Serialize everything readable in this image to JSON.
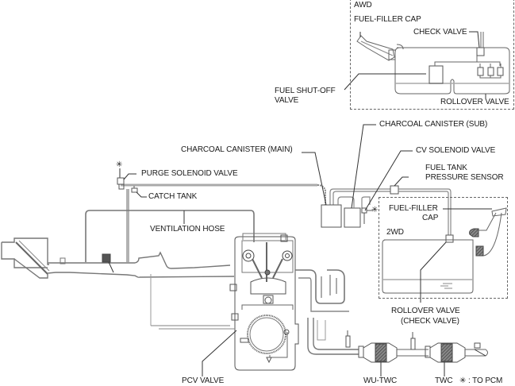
{
  "diagram": {
    "title": "Evaporative emission control system diagram",
    "awd_inset": {
      "variant": "AWD",
      "labels": {
        "fuel_filler_cap": "FUEL-FILLER CAP",
        "check_valve": "CHECK VALVE",
        "fuel_shut_off_valve_1": "FUEL SHUT-OFF",
        "fuel_shut_off_valve_2": "VALVE",
        "rollover_valve": "ROLLOVER VALVE"
      }
    },
    "twd_inset": {
      "variant": "2WD",
      "labels": {
        "fuel_filler_cap_1": "FUEL-FILLER",
        "fuel_filler_cap_2": "CAP"
      }
    },
    "labels": {
      "charcoal_canister_main": "CHARCOAL CANISTER (MAIN)",
      "charcoal_canister_sub": "CHARCOAL CANISTER (SUB)",
      "cv_solenoid_valve": "CV SOLENOID VALVE",
      "fuel_tank_pressure_sensor_1": "FUEL TANK",
      "fuel_tank_pressure_sensor_2": "PRESSURE SENSOR",
      "purge_solenoid_valve": "PURGE SOLENOID VALVE",
      "catch_tank": "CATCH TANK",
      "ventilation_hose": "VENTILATION HOSE",
      "rollover_valve_1": "ROLLOVER VALVE",
      "rollover_valve_2": "(CHECK VALVE)",
      "pcv_valve": "PCV VALVE",
      "wu_twc": "WU-TWC",
      "twc": "TWC",
      "to_pcm_legend": "✳ : TO PCM",
      "pcm_marker": "✳"
    }
  }
}
